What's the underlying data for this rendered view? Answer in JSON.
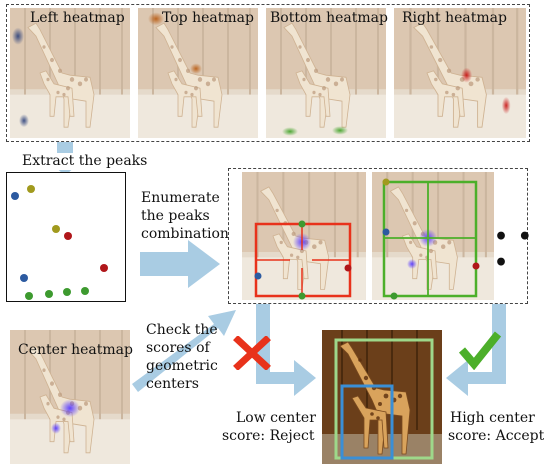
{
  "colors": {
    "arrow": "#a9cce3",
    "red": "#e8321b",
    "green": "#4caf2a",
    "light_green": "#9ed88a",
    "blue": "#3a8fd6",
    "peak_blue": "#2c5aa0",
    "peak_olive": "#a19a1e",
    "peak_red": "#b0161a",
    "peak_green": "#3d9a2f"
  },
  "heatmaps": {
    "left": "Left heatmap",
    "top": "Top heatmap",
    "bottom": "Bottom heatmap",
    "right": "Right heatmap",
    "center": "Center heatmap"
  },
  "steps": {
    "extract": "Extract the peaks",
    "enumerate": [
      "Enumerate",
      "the peaks",
      "combination"
    ],
    "check": [
      "Check the",
      "scores of",
      "geometric",
      "centers"
    ]
  },
  "results": {
    "reject": [
      "Low center",
      "score: Reject"
    ],
    "accept": [
      "High center",
      "score: Accept"
    ]
  },
  "icons": {
    "reject": "cross-icon",
    "accept": "check-icon"
  },
  "ellipsis": "• • •"
}
